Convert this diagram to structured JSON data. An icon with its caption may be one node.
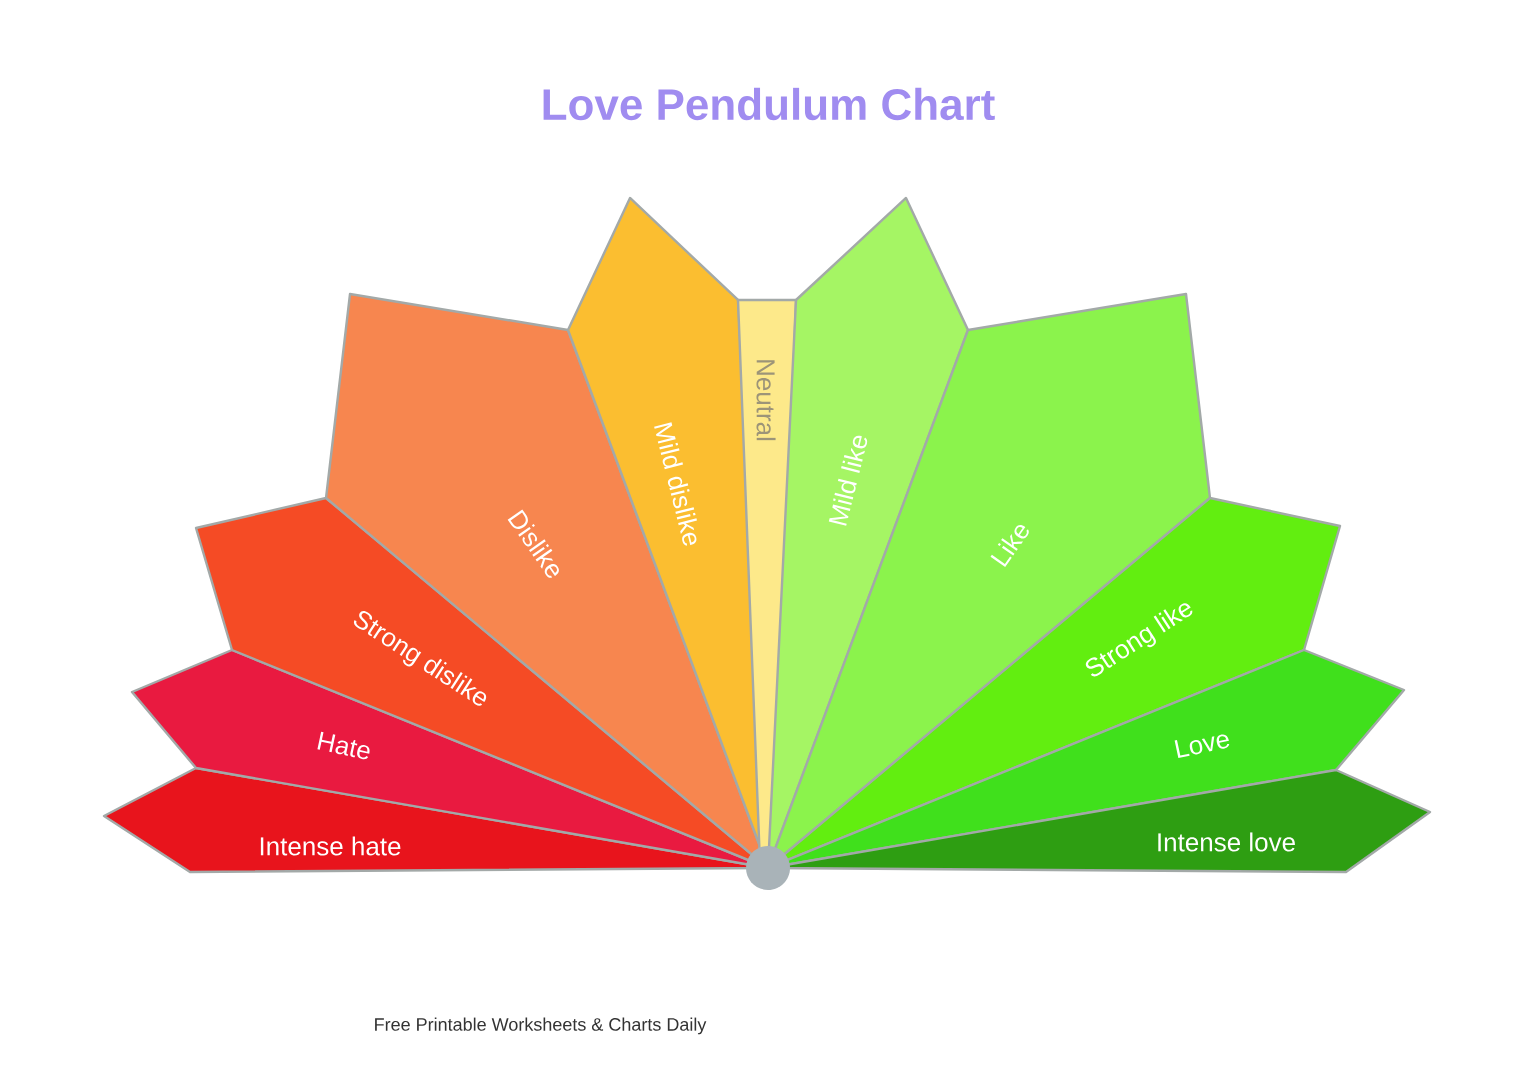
{
  "diagram": {
    "title": "Love Pendulum Chart",
    "nodes": [
      {
        "text": [
          "Intense hate"
        ]
      },
      {
        "text": [
          "Hate"
        ]
      },
      {
        "text": [
          "Strong dislike"
        ]
      },
      {
        "text": [
          "Dislike"
        ]
      },
      {
        "text": [
          "Mild dislike"
        ]
      },
      {
        "text": [
          "Neutral"
        ]
      },
      {
        "text": [
          "Mild like"
        ]
      },
      {
        "text": [
          "Like"
        ]
      },
      {
        "text": [
          "Strong like"
        ]
      },
      {
        "text": [
          "Love"
        ]
      },
      {
        "text": [
          "Intense love"
        ]
      }
    ],
    "labels": [
      "Free Printable Worksheets & Charts Daily"
    ]
  }
}
